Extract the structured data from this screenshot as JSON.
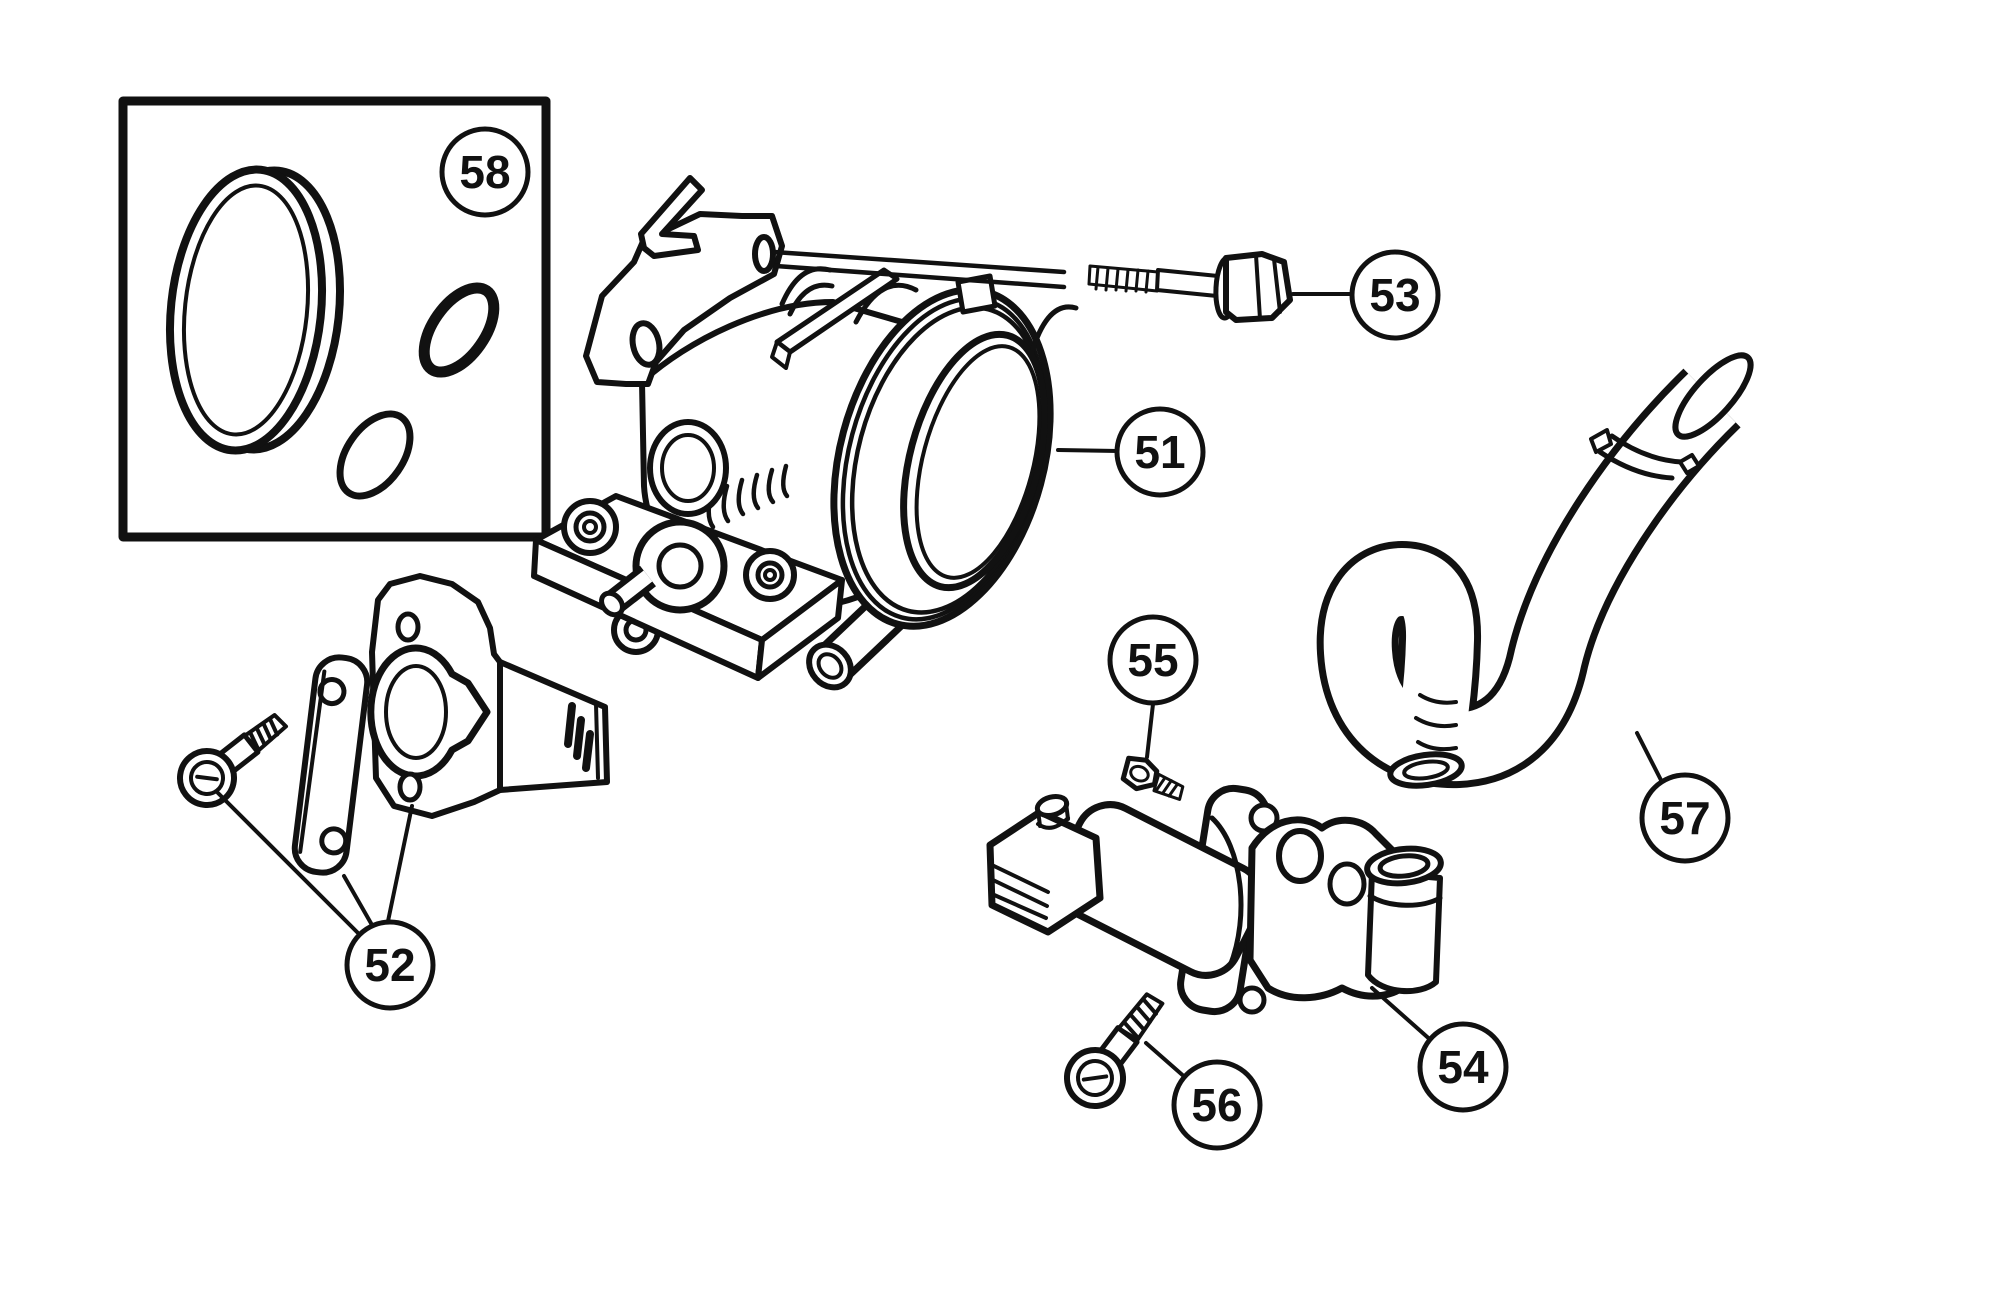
{
  "figure": {
    "type": "exploded-parts-diagram",
    "background_color": "#ffffff",
    "line_color": "#111111"
  },
  "callouts": [
    {
      "label": "51"
    },
    {
      "label": "52"
    },
    {
      "label": "53"
    },
    {
      "label": "54"
    },
    {
      "label": "55"
    },
    {
      "label": "56"
    },
    {
      "label": "57"
    },
    {
      "label": "58"
    }
  ]
}
